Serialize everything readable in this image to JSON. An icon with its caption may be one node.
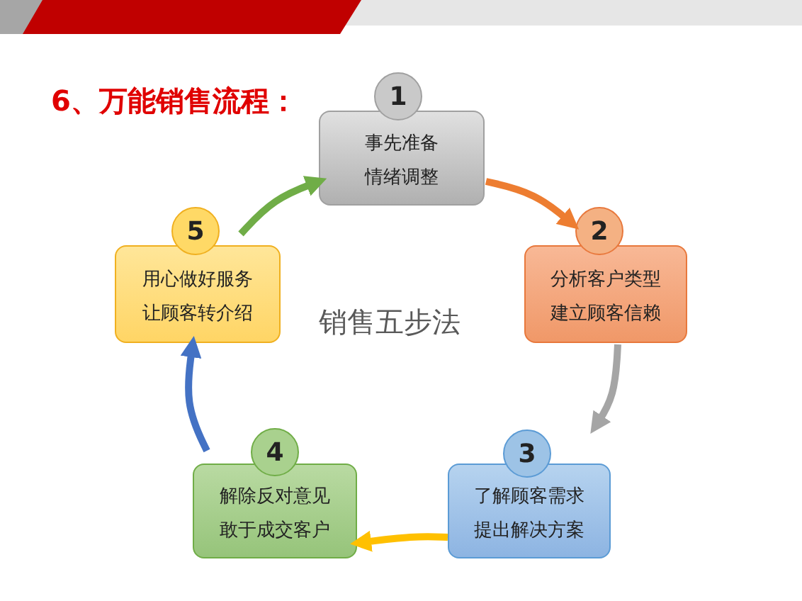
{
  "diagram": {
    "title": "6、万能销售流程：",
    "nodes": [
      {
        "text": [
          "1",
          "事先准备",
          "情绪调整"
        ]
      },
      {
        "text": [
          "2",
          "分析客户类型",
          "建立顾客信赖"
        ]
      },
      {
        "text": [
          "3",
          "了解顾客需求",
          "提出解决方案"
        ]
      },
      {
        "text": [
          "4",
          "解除反对意见",
          "敢于成交客户"
        ]
      },
      {
        "text": [
          "5",
          "用心做好服务",
          "让顾客转介绍"
        ]
      }
    ],
    "edges": [
      {
        "from": 0,
        "to": 1,
        "arrow": "to",
        "color": "#ed7d31"
      },
      {
        "from": 1,
        "to": 2,
        "arrow": "to",
        "color": "#a5a5a5"
      },
      {
        "from": 2,
        "to": 3,
        "arrow": "to",
        "color": "#ffc000"
      },
      {
        "from": 3,
        "to": 4,
        "arrow": "to",
        "color": "#4472c4"
      },
      {
        "from": 4,
        "to": 0,
        "arrow": "to",
        "color": "#70ad47"
      }
    ],
    "labels": [
      "销售五步法"
    ]
  }
}
